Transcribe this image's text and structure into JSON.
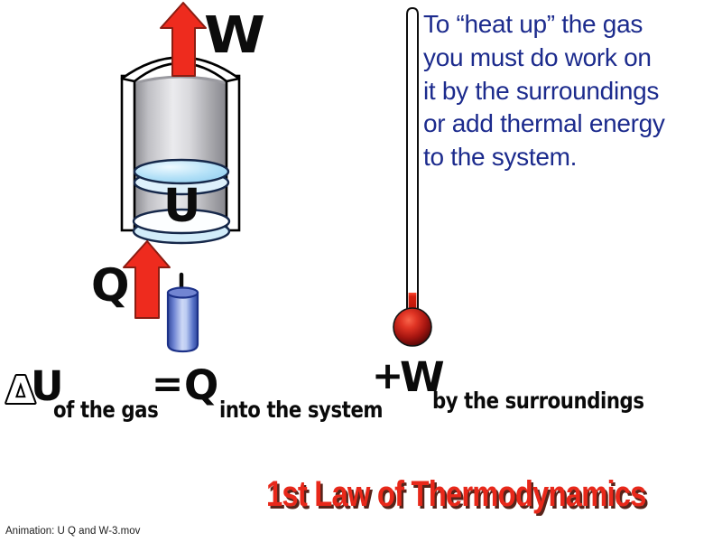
{
  "slide": {
    "background_color": "#ffffff"
  },
  "diagram": {
    "work_label": "W",
    "internal_energy_label": "U",
    "heat_label": "Q",
    "arrow_color": "#ee2b1e",
    "arrow_outline_color": "#8a1d12",
    "cylinder_gray_color": "#c9c9cd",
    "piston_blue_color": "#b2e0f7",
    "candle_blue_color": "#aabdf0",
    "thermometer_fluid_color": "#c41a10"
  },
  "note": {
    "color": "#1c2b8d",
    "lines": [
      "To “heat up” the gas",
      "you must do work on",
      "it by the surroundings",
      "or add thermal energy",
      "to the system."
    ]
  },
  "equation": {
    "delta_symbol": "Δ",
    "lhs_symbol": "U",
    "lhs_subscript": "of the gas",
    "equals_sign": "=",
    "heat_symbol": "Q",
    "heat_subscript": "into the system",
    "plus_sign": "+",
    "work_symbol": "W",
    "work_subscript": "by the surroundings"
  },
  "title": {
    "text": "1st Law of Thermodynamics",
    "color": "#e8281a"
  },
  "caption": {
    "text": "Animation: U Q and W-3.mov"
  }
}
